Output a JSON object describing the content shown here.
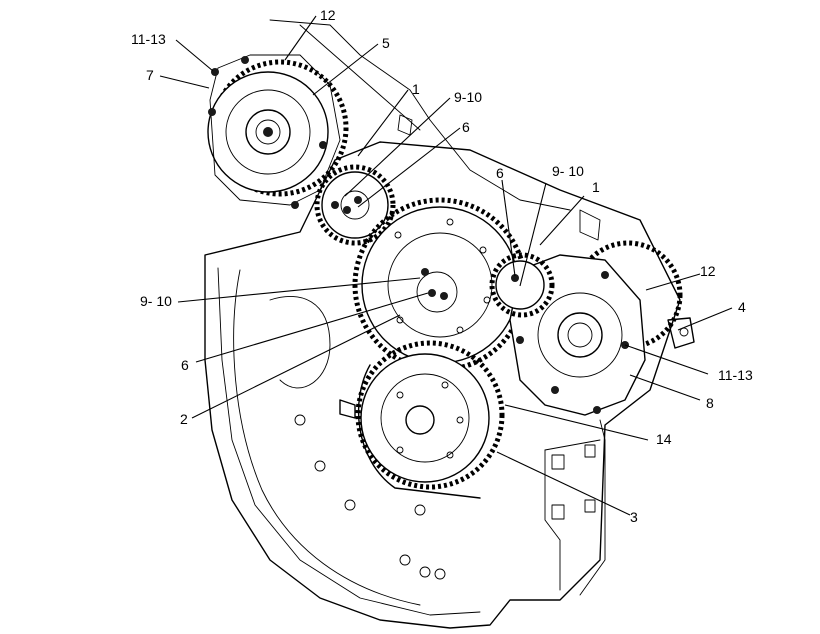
{
  "diagram": {
    "ink_color": "#000000",
    "background_color": "#ffffff",
    "callouts": [
      {
        "id": "c-12-top",
        "label": "12"
      },
      {
        "id": "c-11-13-top",
        "label": "11-13"
      },
      {
        "id": "c-5",
        "label": "5"
      },
      {
        "id": "c-7",
        "label": "7"
      },
      {
        "id": "c-1-left",
        "label": "1"
      },
      {
        "id": "c-9-10-upper",
        "label": "9-10"
      },
      {
        "id": "c-6-upper",
        "label": "6"
      },
      {
        "id": "c-6-mid",
        "label": "6"
      },
      {
        "id": "c-9-10-right",
        "label": "9- 10"
      },
      {
        "id": "c-1-right",
        "label": "1"
      },
      {
        "id": "c-12-right",
        "label": "12"
      },
      {
        "id": "c-4",
        "label": "4"
      },
      {
        "id": "c-9-10-left",
        "label": "9- 10"
      },
      {
        "id": "c-11-13-right",
        "label": "11-13"
      },
      {
        "id": "c-6-left",
        "label": "6"
      },
      {
        "id": "c-8",
        "label": "8"
      },
      {
        "id": "c-2",
        "label": "2"
      },
      {
        "id": "c-14",
        "label": "14"
      },
      {
        "id": "c-3",
        "label": "3"
      }
    ]
  }
}
